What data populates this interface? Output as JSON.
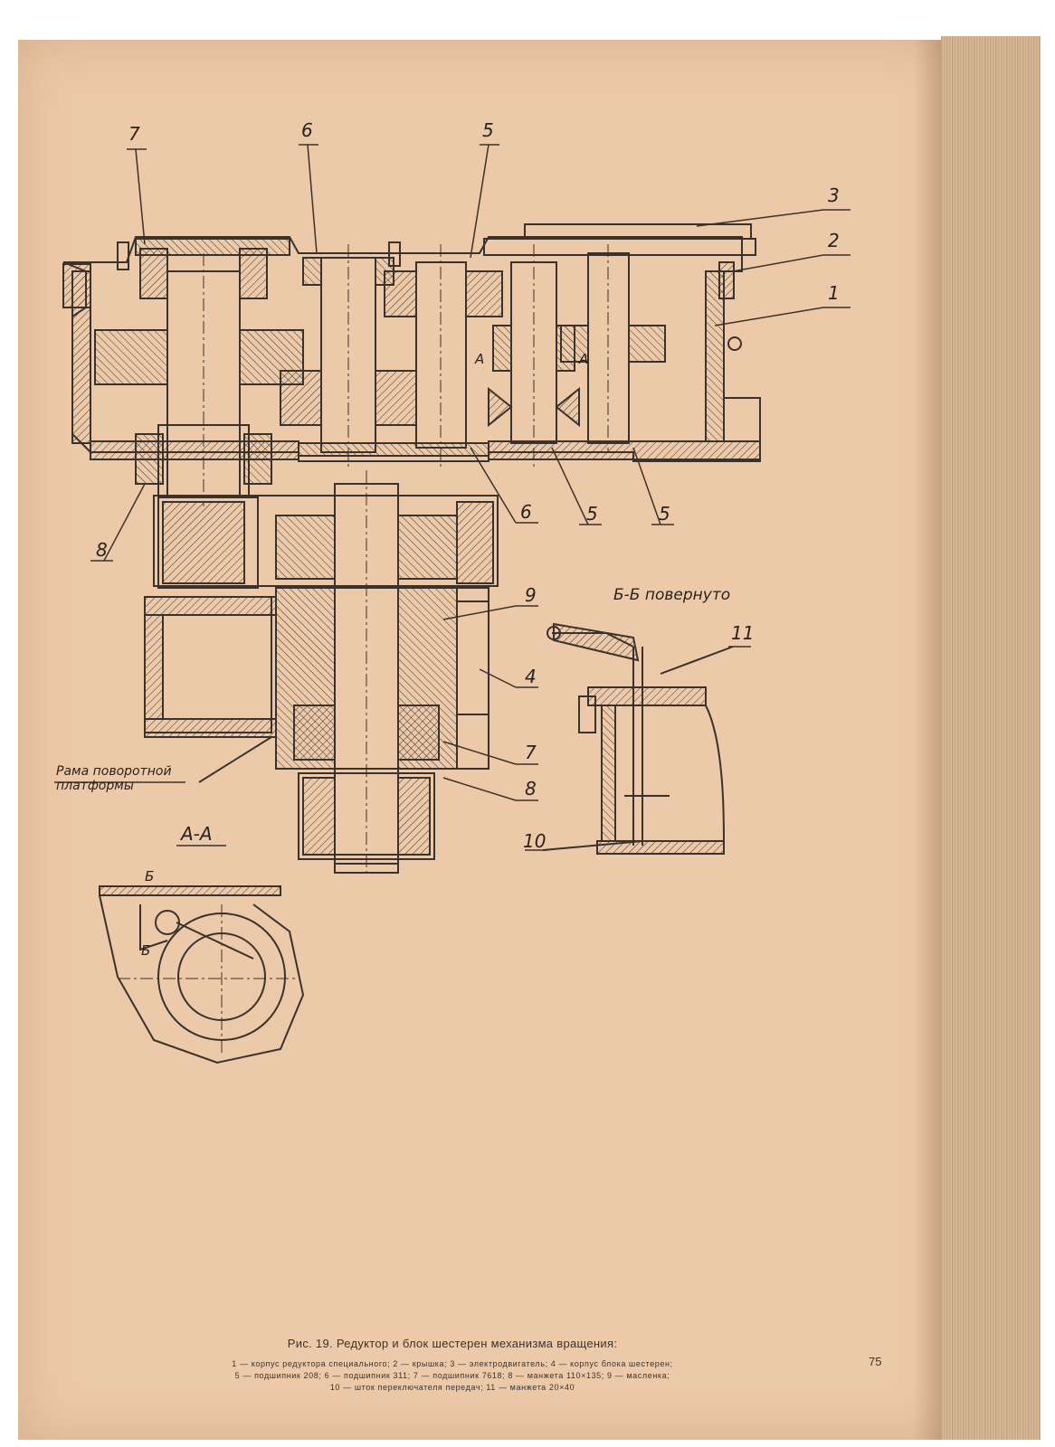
{
  "figure": {
    "labels": {
      "l7_top": "7",
      "l6_top": "6",
      "l5_top": "5",
      "l3": "3",
      "l2": "2",
      "l1": "1",
      "l6_bottom": "6",
      "l5_bottom_a": "5",
      "l5_bottom_b": "5",
      "l8_left": "8",
      "l9": "9",
      "l4": "4",
      "l7_mid": "7",
      "l8_mid": "8",
      "l10": "10",
      "l11": "11",
      "section_a1": "A",
      "section_a2": "A",
      "section_bb_title": "Б-Б повернуто",
      "frame_label": "Рама поворотной платформы",
      "aa_title": "А-А",
      "b_upper": "Б",
      "b_lower": "Б"
    }
  },
  "caption": {
    "title": "Рис. 19. Редуктор и блок шестерен механизма вращения:",
    "legend_line1": "1 — корпус редуктора специального; 2 — крышка; 3 — электродвигатель; 4 — корпус блока шестерен;",
    "legend_line2": "5 — подшипник 208; 6 — подшипник 311; 7 — подшипник 7618; 8 — манжета 110×135; 9 — масленка;",
    "legend_line3": "10 — шток переключателя передач; 11 — манжета 20×40"
  },
  "page_number": "75",
  "colors": {
    "paper": "#ecc9a8",
    "ink": "#3a322c"
  }
}
